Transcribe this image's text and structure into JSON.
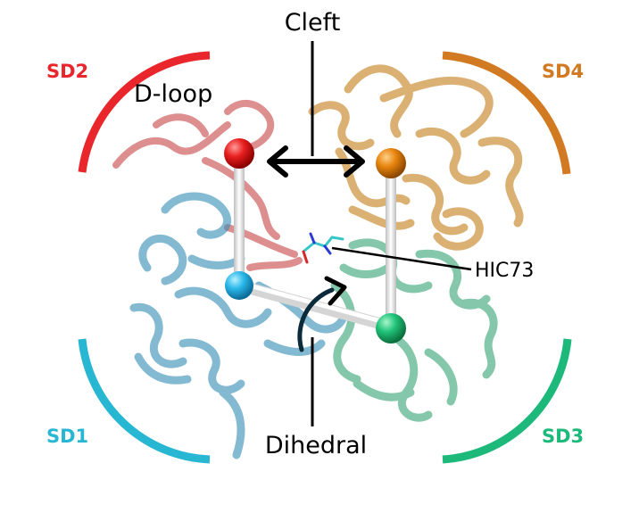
{
  "labels": {
    "cleft": "Cleft",
    "dloop": "D-loop",
    "hic73": "HIC73",
    "dihedral": "Dihedral"
  },
  "subdomains": [
    {
      "key": "sd1",
      "label": "SD1",
      "color": "#27b7d3"
    },
    {
      "key": "sd2",
      "label": "SD2",
      "color": "#e8262b"
    },
    {
      "key": "sd3",
      "label": "SD3",
      "color": "#1db97a"
    },
    {
      "key": "sd4",
      "label": "SD4",
      "color": "#d27a22"
    }
  ],
  "colors": {
    "sd1_ribbon": "#3a8fb8",
    "sd2_ribbon": "#c94b4b",
    "sd3_ribbon": "#3aa679",
    "sd4_ribbon": "#c6801f",
    "sd1_sphere": "#2ab8ea",
    "sd2_sphere": "#e81f1f",
    "sd3_sphere": "#21c47a",
    "sd4_sphere": "#e8850e",
    "rod": "#e9e9e9",
    "arrow": "#000000"
  }
}
